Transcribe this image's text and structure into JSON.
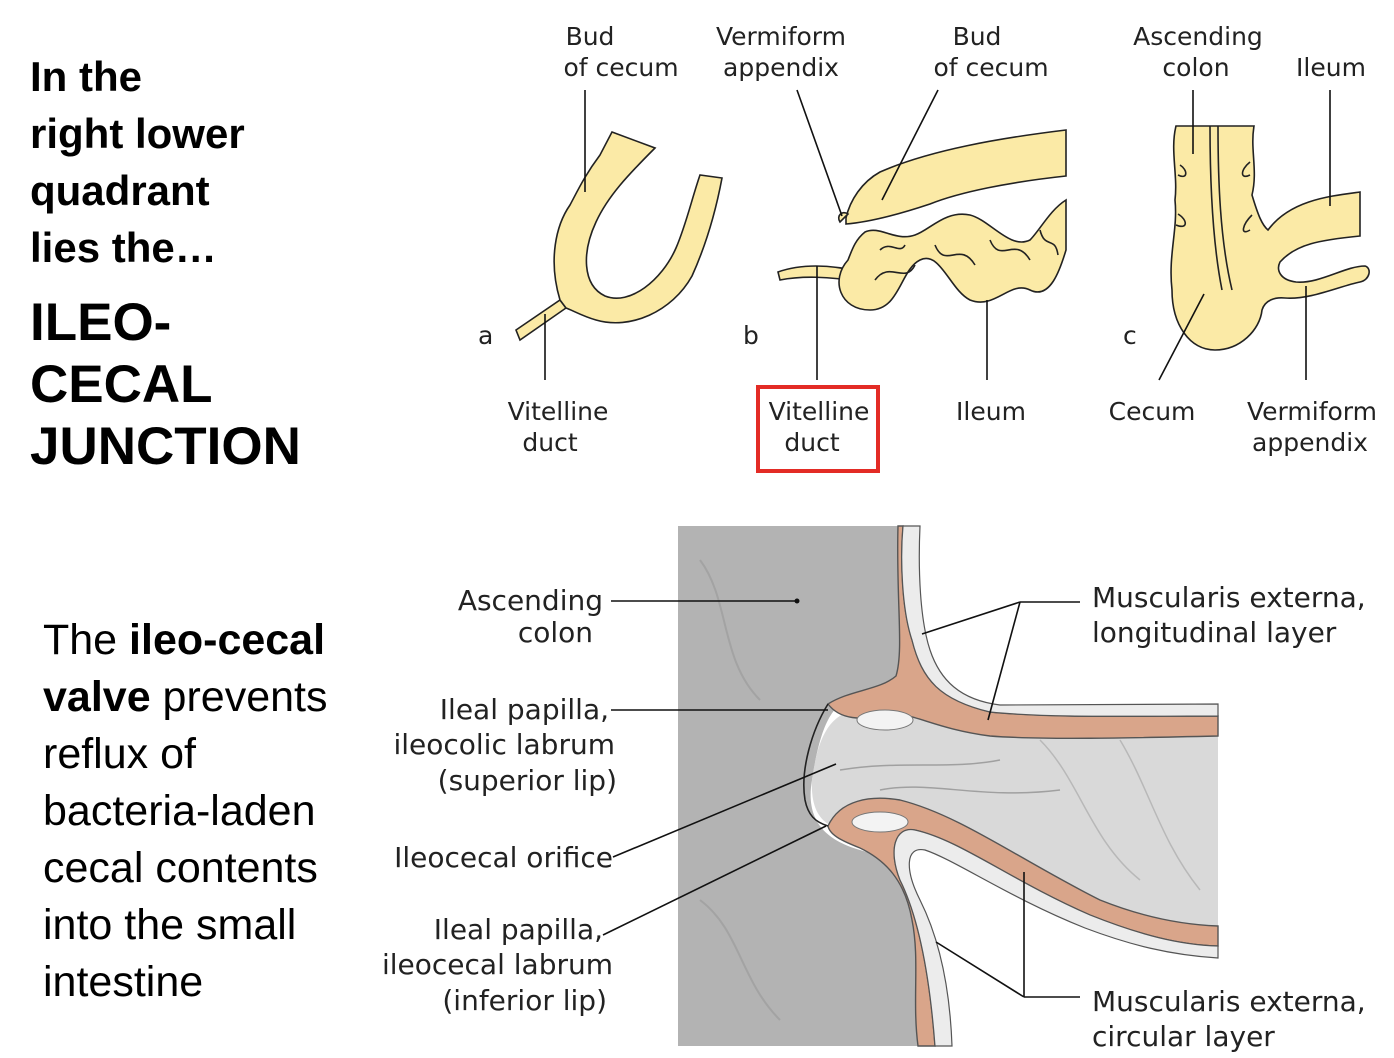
{
  "heading": {
    "lines": [
      "In the",
      "right lower",
      "quadrant",
      "lies the…"
    ]
  },
  "title": {
    "lines": [
      "ILEO-",
      "CECAL",
      "JUNCTION"
    ]
  },
  "body_text": {
    "part1": "The ",
    "bold1": "ileo-cecal",
    "bold2": "valve",
    "line2_rest": " prevents",
    "line3": "reflux of",
    "line4": "bacteria-laden",
    "line5": "cecal contents",
    "line6": "into the small",
    "line7": "intestine"
  },
  "top_diagram": {
    "panel_a": {
      "letter": "a",
      "bud_label": [
        "Bud",
        "of cecum"
      ],
      "duct_label": [
        "Vitelline",
        "duct"
      ]
    },
    "panel_b": {
      "letter": "b",
      "appendix_label": [
        "Vermiform",
        "appendix"
      ],
      "bud_label": [
        "Bud",
        "of cecum"
      ],
      "duct_label": [
        "Vitelline",
        "duct"
      ],
      "ileum_label": "Ileum"
    },
    "panel_c": {
      "letter": "c",
      "colon_label": [
        "Ascending",
        "colon"
      ],
      "ileum_label": "Ileum",
      "cecum_label": "Cecum",
      "appendix_label": [
        "Vermiform",
        "appendix"
      ]
    },
    "highlight_color": "#e32b25"
  },
  "bottom_diagram": {
    "left_labels": {
      "ascending_colon": [
        "Ascending",
        "colon"
      ],
      "superior_lip": [
        "Ileal papilla,",
        "ileocolic labrum",
        "(superior lip)"
      ],
      "orifice": "Ileocecal orifice",
      "inferior_lip": [
        "Ileal papilla,",
        "ileocecal labrum",
        "(inferior lip)"
      ]
    },
    "right_labels": {
      "longitudinal": [
        "Muscularis externa,",
        "longitudinal layer"
      ],
      "circular": [
        "Muscularis externa,",
        "circular layer"
      ]
    },
    "colors": {
      "colon_wall": "#b3b3b3",
      "lumen": "#d9d9d9",
      "muscle": "#d9a58a",
      "gut_fill": "#fbeaa6"
    }
  }
}
